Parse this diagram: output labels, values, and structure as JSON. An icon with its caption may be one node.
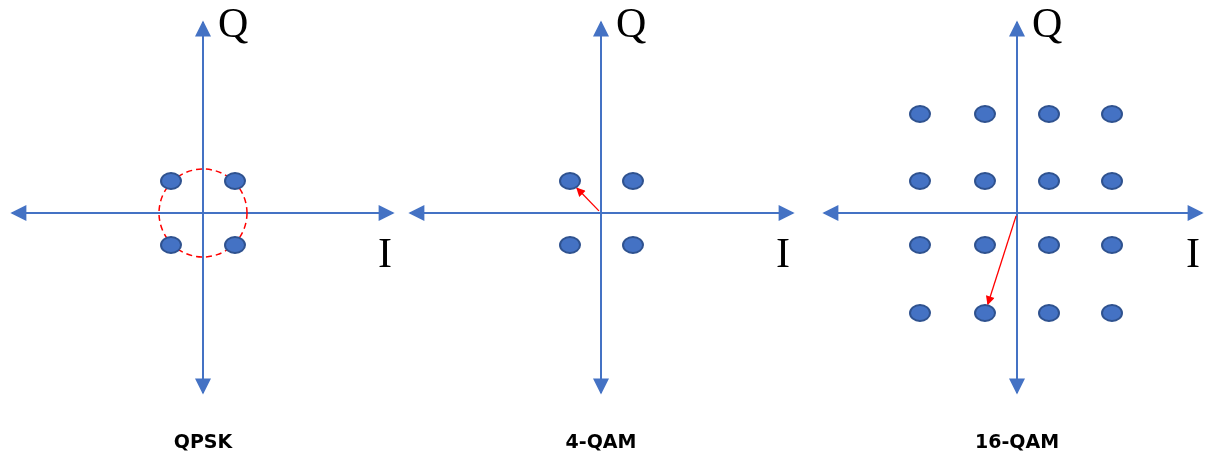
{
  "diagram": {
    "nodes": [
      {
        "text": [],
        "shape": "circle"
      },
      {
        "text": [],
        "shape": "circle"
      },
      {
        "text": [],
        "shape": "circle"
      },
      {
        "text": [],
        "shape": "circle"
      },
      {
        "text": [],
        "shape": "circle"
      },
      {
        "text": [],
        "shape": "circle"
      },
      {
        "text": [],
        "shape": "circle"
      },
      {
        "text": [],
        "shape": "circle"
      },
      {
        "text": [],
        "shape": "circle"
      },
      {
        "text": [],
        "shape": "circle"
      },
      {
        "text": [],
        "shape": "circle"
      },
      {
        "text": [],
        "shape": "circle"
      },
      {
        "text": [],
        "shape": "circle"
      },
      {
        "text": [],
        "shape": "circle"
      },
      {
        "text": [],
        "shape": "circle"
      },
      {
        "text": [],
        "shape": "circle"
      },
      {
        "text": [],
        "shape": "circle"
      },
      {
        "text": [],
        "shape": "circle"
      },
      {
        "text": [],
        "shape": "circle"
      },
      {
        "text": [],
        "shape": "circle"
      },
      {
        "text": [],
        "shape": "circle"
      },
      {
        "text": [],
        "shape": "circle"
      },
      {
        "text": [],
        "shape": "circle"
      },
      {
        "text": [],
        "shape": "circle"
      }
    ],
    "edges": [
      {
        "from": null,
        "to": 4,
        "arrow": "to"
      },
      {
        "from": null,
        "to": 21,
        "arrow": "to"
      }
    ],
    "labels": [
      "Q",
      "I",
      "QPSK",
      "Q",
      "I",
      "4-QAM",
      "Q",
      "I",
      "16-QAM"
    ]
  }
}
